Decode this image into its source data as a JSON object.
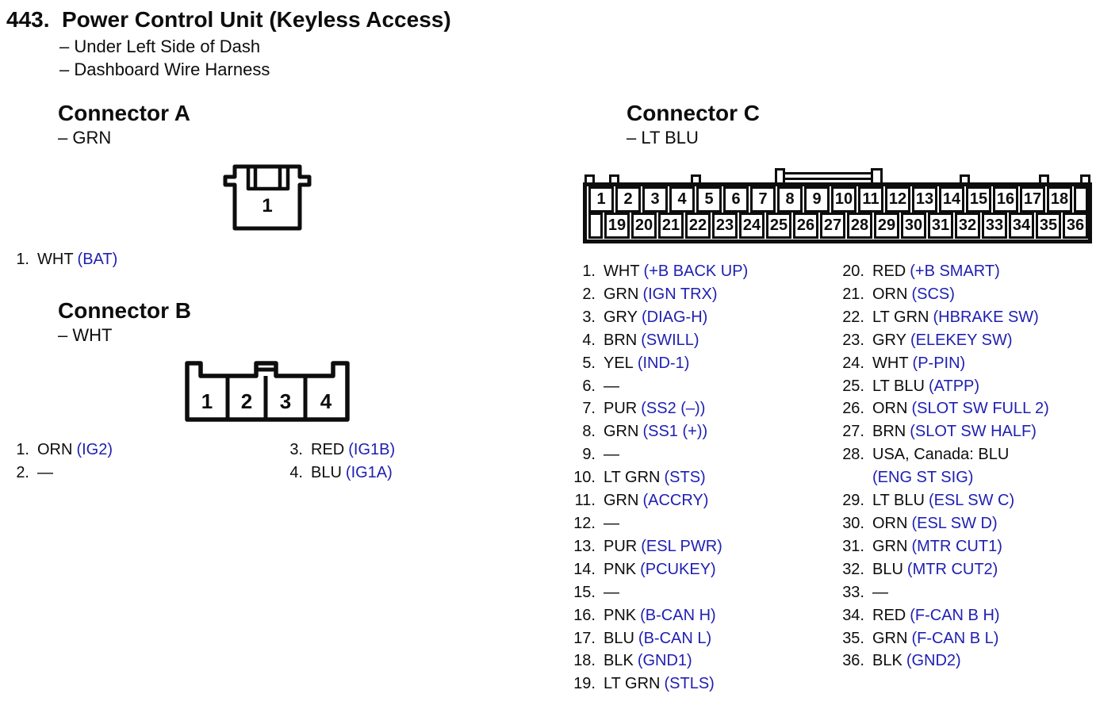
{
  "colors": {
    "ink": "#0d0d0d",
    "signal_blue": "#2020b2",
    "paper": "#ffffff"
  },
  "header": {
    "section_number": "443.",
    "title": "Power Control Unit (Keyless Access)",
    "location_notes": [
      "– Under Left Side of Dash",
      "– Dashboard Wire Harness"
    ]
  },
  "connector_a": {
    "title": "Connector A",
    "housing_color": "– GRN",
    "diagram_pins": [
      "1"
    ],
    "pins": [
      {
        "n": "1.",
        "wire": "WHT",
        "signal": "(BAT)"
      }
    ]
  },
  "connector_b": {
    "title": "Connector B",
    "housing_color": "– WHT",
    "diagram_pins": [
      "1",
      "2",
      "3",
      "4"
    ],
    "pins_left": [
      {
        "n": "1.",
        "wire": "ORN",
        "signal": "(IG2)"
      },
      {
        "n": "2.",
        "wire": "—",
        "signal": ""
      }
    ],
    "pins_right": [
      {
        "n": "3.",
        "wire": "RED",
        "signal": "(IG1B)"
      },
      {
        "n": "4.",
        "wire": "BLU",
        "signal": "(IG1A)"
      }
    ]
  },
  "connector_c": {
    "title": "Connector C",
    "housing_color": "– LT BLU",
    "diagram_pins_top": [
      "1",
      "2",
      "3",
      "4",
      "5",
      "6",
      "7",
      "8",
      "9",
      "10",
      "11",
      "12",
      "13",
      "14",
      "15",
      "16",
      "17",
      "18"
    ],
    "diagram_pins_bottom": [
      "19",
      "20",
      "21",
      "22",
      "23",
      "24",
      "25",
      "26",
      "27",
      "28",
      "29",
      "30",
      "31",
      "32",
      "33",
      "34",
      "35",
      "36"
    ],
    "pins_left": [
      {
        "n": "1.",
        "wire": "WHT",
        "signal": "(+B BACK UP)"
      },
      {
        "n": "2.",
        "wire": "GRN",
        "signal": "(IGN TRX)"
      },
      {
        "n": "3.",
        "wire": "GRY",
        "signal": "(DIAG-H)"
      },
      {
        "n": "4.",
        "wire": "BRN",
        "signal": "(SWILL)"
      },
      {
        "n": "5.",
        "wire": "YEL",
        "signal": "(IND-1)"
      },
      {
        "n": "6.",
        "wire": "—",
        "signal": ""
      },
      {
        "n": "7.",
        "wire": "PUR",
        "signal": "(SS2 (–))"
      },
      {
        "n": "8.",
        "wire": "GRN",
        "signal": "(SS1 (+))"
      },
      {
        "n": "9.",
        "wire": "—",
        "signal": ""
      },
      {
        "n": "10.",
        "wire": "LT GRN",
        "signal": "(STS)"
      },
      {
        "n": "11.",
        "wire": "GRN",
        "signal": "(ACCRY)"
      },
      {
        "n": "12.",
        "wire": "—",
        "signal": ""
      },
      {
        "n": "13.",
        "wire": "PUR",
        "signal": "(ESL PWR)"
      },
      {
        "n": "14.",
        "wire": "PNK",
        "signal": "(PCUKEY)"
      },
      {
        "n": "15.",
        "wire": "—",
        "signal": ""
      },
      {
        "n": "16.",
        "wire": "PNK",
        "signal": "(B-CAN H)"
      },
      {
        "n": "17.",
        "wire": "BLU",
        "signal": "(B-CAN L)"
      },
      {
        "n": "18.",
        "wire": "BLK",
        "signal": "(GND1)"
      },
      {
        "n": "19.",
        "wire": "LT GRN",
        "signal": "(STLS)"
      }
    ],
    "pins_right": [
      {
        "n": "20.",
        "wire": "RED",
        "signal": "(+B SMART)"
      },
      {
        "n": "21.",
        "wire": "ORN",
        "signal": "(SCS)"
      },
      {
        "n": "22.",
        "wire": "LT GRN",
        "signal": "(HBRAKE SW)"
      },
      {
        "n": "23.",
        "wire": "GRY",
        "signal": "(ELEKEY SW)"
      },
      {
        "n": "24.",
        "wire": "WHT",
        "signal": "(P-PIN)"
      },
      {
        "n": "25.",
        "wire": "LT BLU",
        "signal": "(ATPP)"
      },
      {
        "n": "26.",
        "wire": "ORN",
        "signal": "(SLOT SW FULL 2)"
      },
      {
        "n": "27.",
        "wire": "BRN",
        "signal": "(SLOT SW HALF)"
      },
      {
        "n": "28.",
        "wire": "USA, Canada: BLU",
        "signal": "(ENG ST SIG)",
        "wrap": true
      },
      {
        "n": "29.",
        "wire": "LT BLU",
        "signal": "(ESL SW C)"
      },
      {
        "n": "30.",
        "wire": "ORN",
        "signal": "(ESL SW D)"
      },
      {
        "n": "31.",
        "wire": "GRN",
        "signal": "(MTR CUT1)"
      },
      {
        "n": "32.",
        "wire": "BLU",
        "signal": "(MTR CUT2)"
      },
      {
        "n": "33.",
        "wire": "—",
        "signal": ""
      },
      {
        "n": "34.",
        "wire": "RED",
        "signal": "(F-CAN B H)"
      },
      {
        "n": "35.",
        "wire": "GRN",
        "signal": "(F-CAN B L)"
      },
      {
        "n": "36.",
        "wire": "BLK",
        "signal": "(GND2)"
      }
    ]
  }
}
